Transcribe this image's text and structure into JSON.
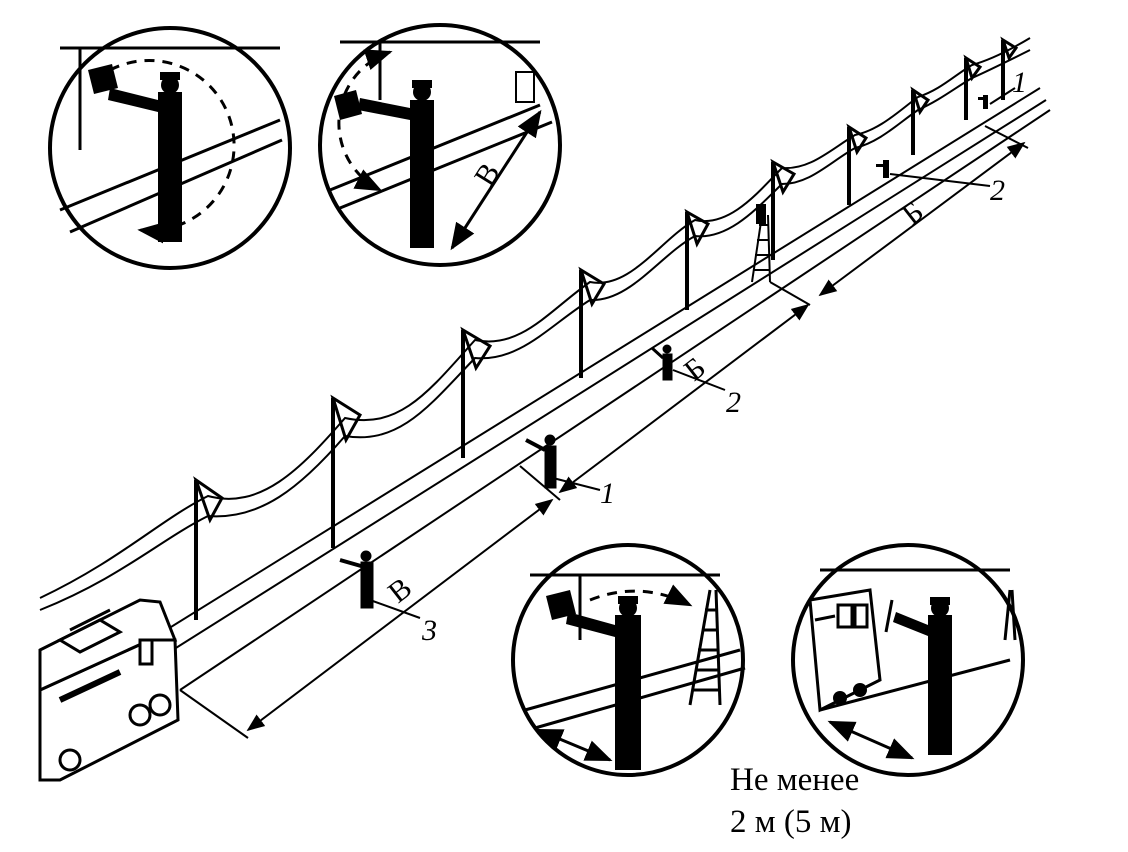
{
  "labels": {
    "marker_1": "1",
    "marker_2": "2",
    "marker_3": "3",
    "dist_b": "Б",
    "dist_v": "В",
    "note_line1": "Не менее",
    "note_line2": "2 м (5 м)"
  },
  "colors": {
    "ink": "#000000",
    "paper": "#ffffff"
  }
}
